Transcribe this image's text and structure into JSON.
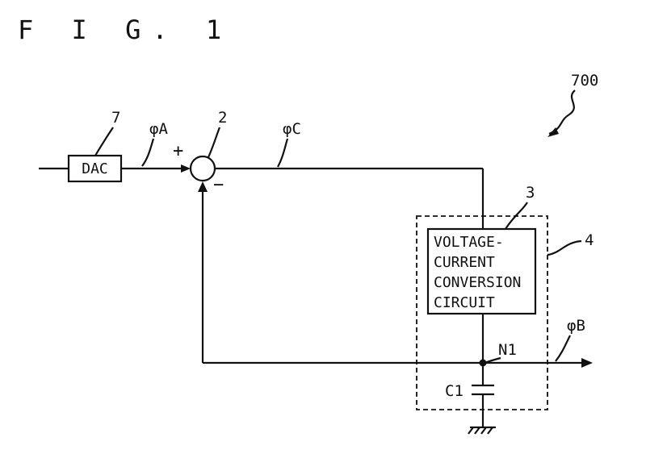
{
  "figure": {
    "title": "F I G. 1"
  },
  "refs": {
    "system": "700",
    "dac_ref": "7",
    "summer_ref": "2",
    "vcc_ref": "3",
    "block_ref": "4"
  },
  "blocks": {
    "dac": "DAC",
    "vcc_lines": [
      "VOLTAGE-",
      "CURRENT",
      "CONVERSION",
      "CIRCUIT"
    ]
  },
  "signals": {
    "phi_a": "φA",
    "phi_b": "φB",
    "phi_c": "φC",
    "plus": "+",
    "minus": "−"
  },
  "nodes": {
    "n1": "N1",
    "c1": "C1"
  }
}
